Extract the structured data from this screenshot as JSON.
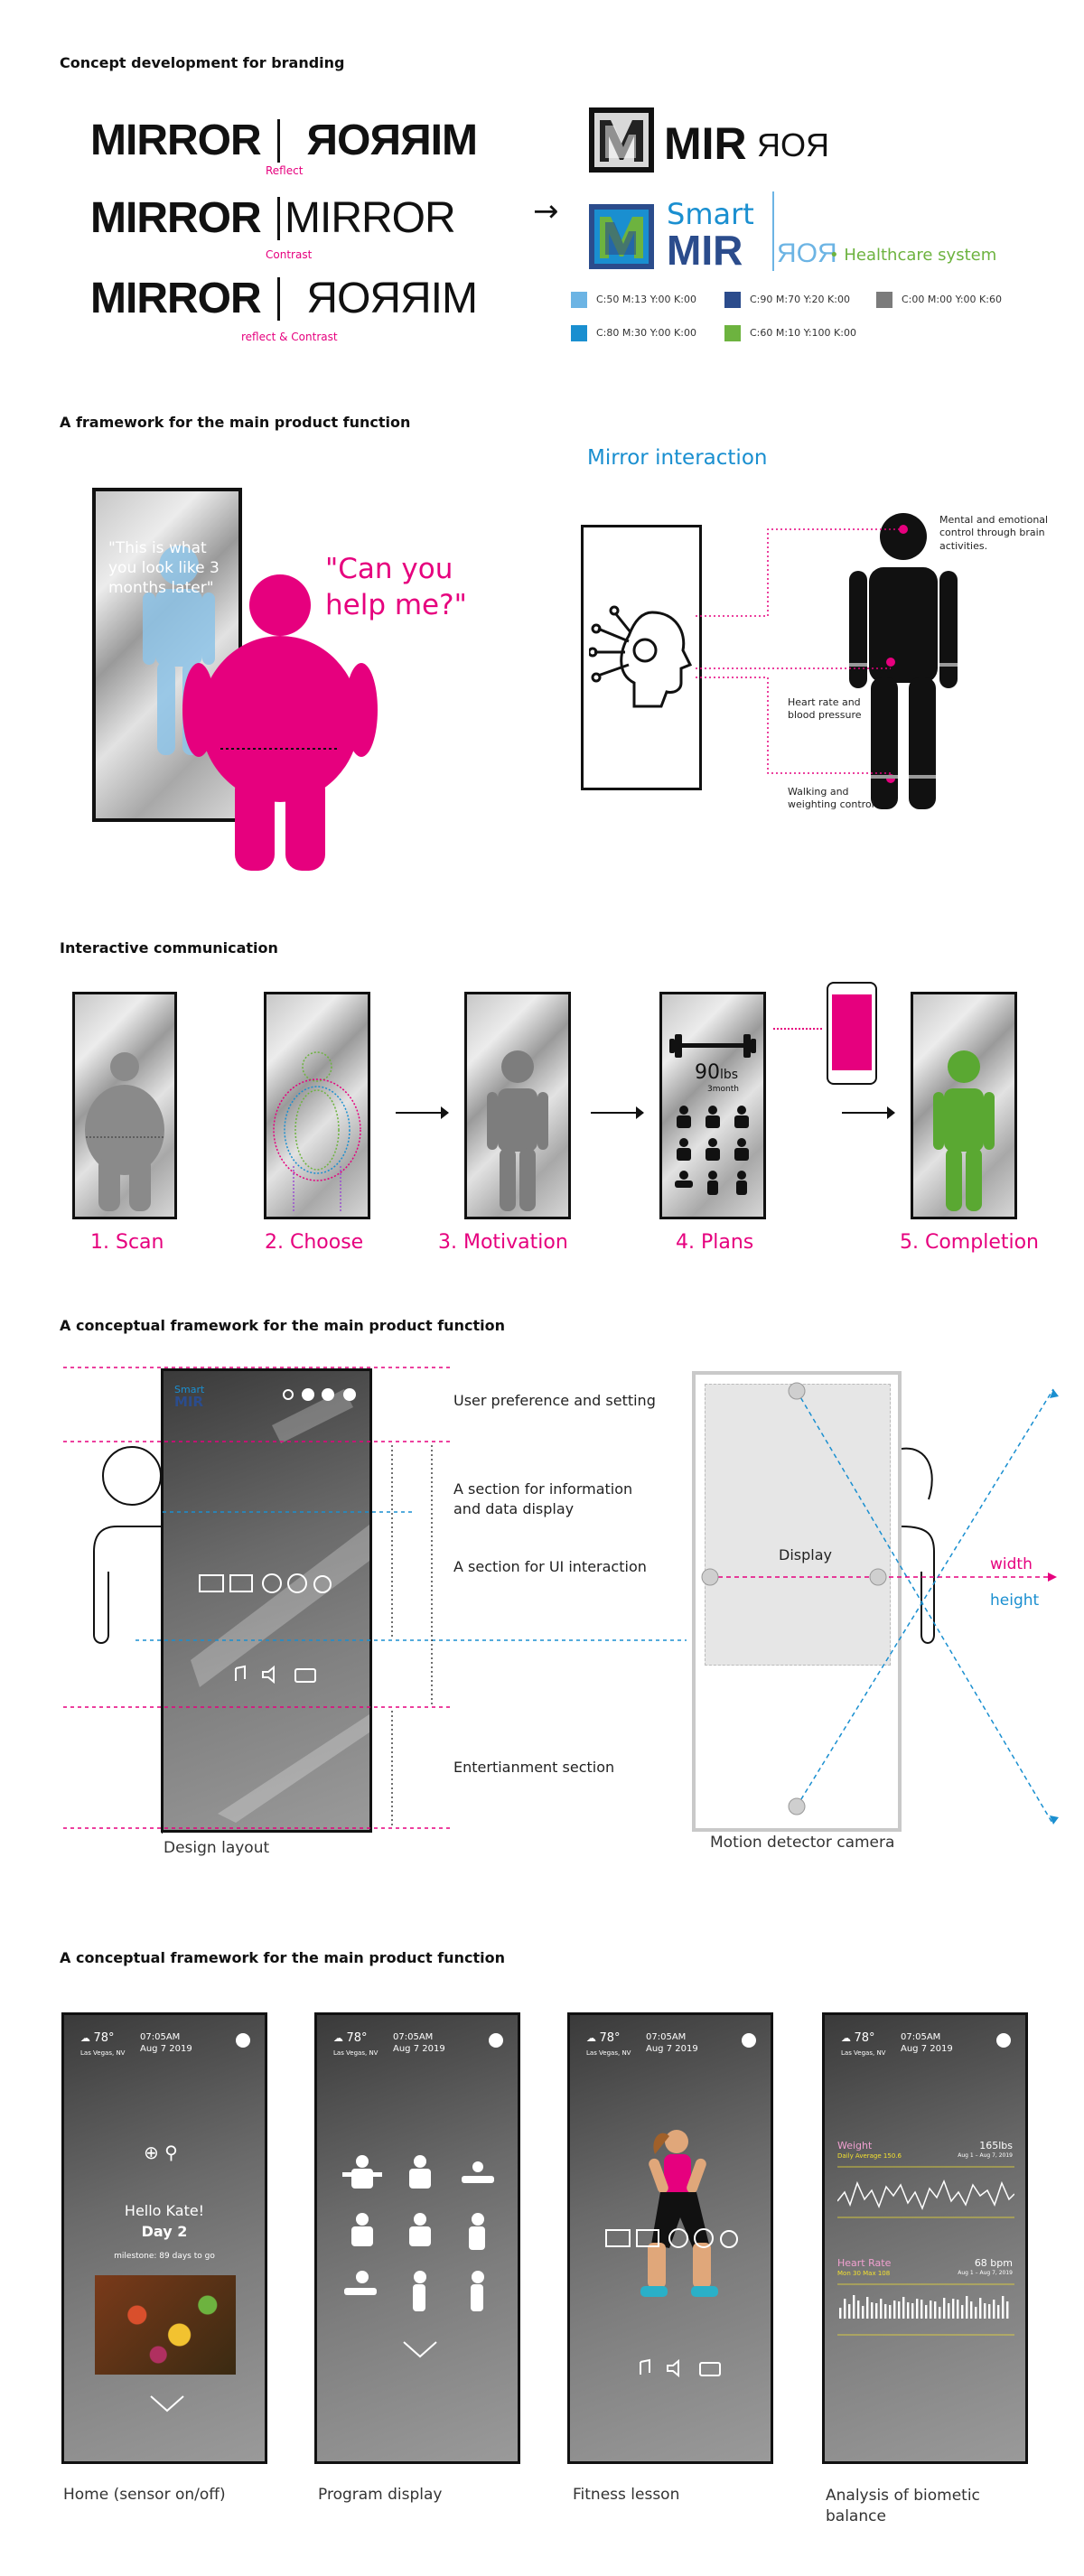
{
  "sections": {
    "branding": "Concept development for branding",
    "framework": "A framework for the main product function",
    "interactive": "Interactive communication",
    "layout": "A conceptual framework for the main product function",
    "screens": "A conceptual framework for the main product function"
  },
  "branding": {
    "rows": [
      {
        "left": "MIRROR",
        "right": "MIRROR",
        "caption": "Reflect"
      },
      {
        "left": "MIRROR",
        "right": "MIRROR",
        "caption": "Contrast"
      },
      {
        "left": "MIRROR",
        "right": "MIRROR",
        "caption": "reflect & Contrast"
      }
    ],
    "arrow": "→",
    "logo1": {
      "mir": "MIR",
      "ror": "ROR"
    },
    "logo2": {
      "smart": "Smart",
      "mir": "MIR",
      "ror": "ROR",
      "tag": "• Healthcare system"
    },
    "swatches": [
      {
        "color": "#6cb4e4",
        "label": "C:50 M:13 Y:00 K:00"
      },
      {
        "color": "#2b4c8c",
        "label": "C:90 M:70 Y:20 K:00"
      },
      {
        "color": "#7b7b7b",
        "label": "C:00 M:00 Y:00 K:60"
      },
      {
        "color": "#1a8fd0",
        "label": "C:80 M:30 Y:00 K:00"
      },
      {
        "color": "#6db33f",
        "label": "C:60 M:10 Y:100 K:00"
      }
    ]
  },
  "framework": {
    "mirror_text": "\"This is what you look like 3 months later\"",
    "speech": "\"Can you help me?\"",
    "interaction_title": "Mirror interaction",
    "notes": {
      "brain": "Mental and emotional control through brain activities.",
      "heart": "Heart rate and blood pressure",
      "walk": "Walking and weighting control"
    }
  },
  "interactive": {
    "steps": [
      "1. Scan",
      "2. Choose",
      "3.  Motivation",
      "4. Plans",
      "5. Completion"
    ],
    "plan_weight": "90",
    "plan_unit": "lbs",
    "plan_period": "3month"
  },
  "layout": {
    "smart": "Smart",
    "mir": "MIR",
    "annotations": {
      "pref": "User preference and setting",
      "info": "A section for information and data display",
      "ui": "A section for UI interaction",
      "ent": "Entertianment section"
    },
    "display": "Display",
    "width": "width",
    "height": "height",
    "caption_design": "Design layout",
    "caption_camera": "Motion detector camera"
  },
  "screens": {
    "weather_temp": "78°",
    "weather_loc": "Las Vegas, NV",
    "time": "07:05AM",
    "date": "Aug 7 2019",
    "greeting": "Hello Kate!",
    "day": "Day 2",
    "milestone": "milestone: 89 days to go",
    "weight_label": "Weight",
    "weight_sub": "Daily Average 150.6",
    "weight_value": "165lbs",
    "weight_range": "Aug 1 – Aug 7, 2019",
    "heart_label": "Heart Rate",
    "heart_sub": "Mon 30 Max 108",
    "heart_value": "68 bpm",
    "heart_range": "Aug 1 – Aug 7, 2019",
    "captions": [
      "Home (sensor on/off)",
      "Program display",
      "Fitness lesson",
      "Analysis of biometic balance"
    ]
  }
}
